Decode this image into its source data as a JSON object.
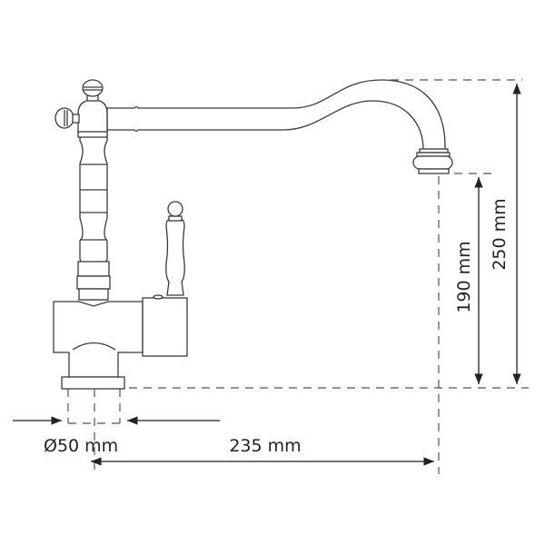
{
  "diagram": {
    "subject": "faucet",
    "colors": {
      "line": "#3a3a3a",
      "background": "#ffffff"
    },
    "dimensions": {
      "base_diameter": "Ø50 mm",
      "reach": "235 mm",
      "spout_outlet_height": "190 mm",
      "total_height": "250 mm"
    }
  }
}
